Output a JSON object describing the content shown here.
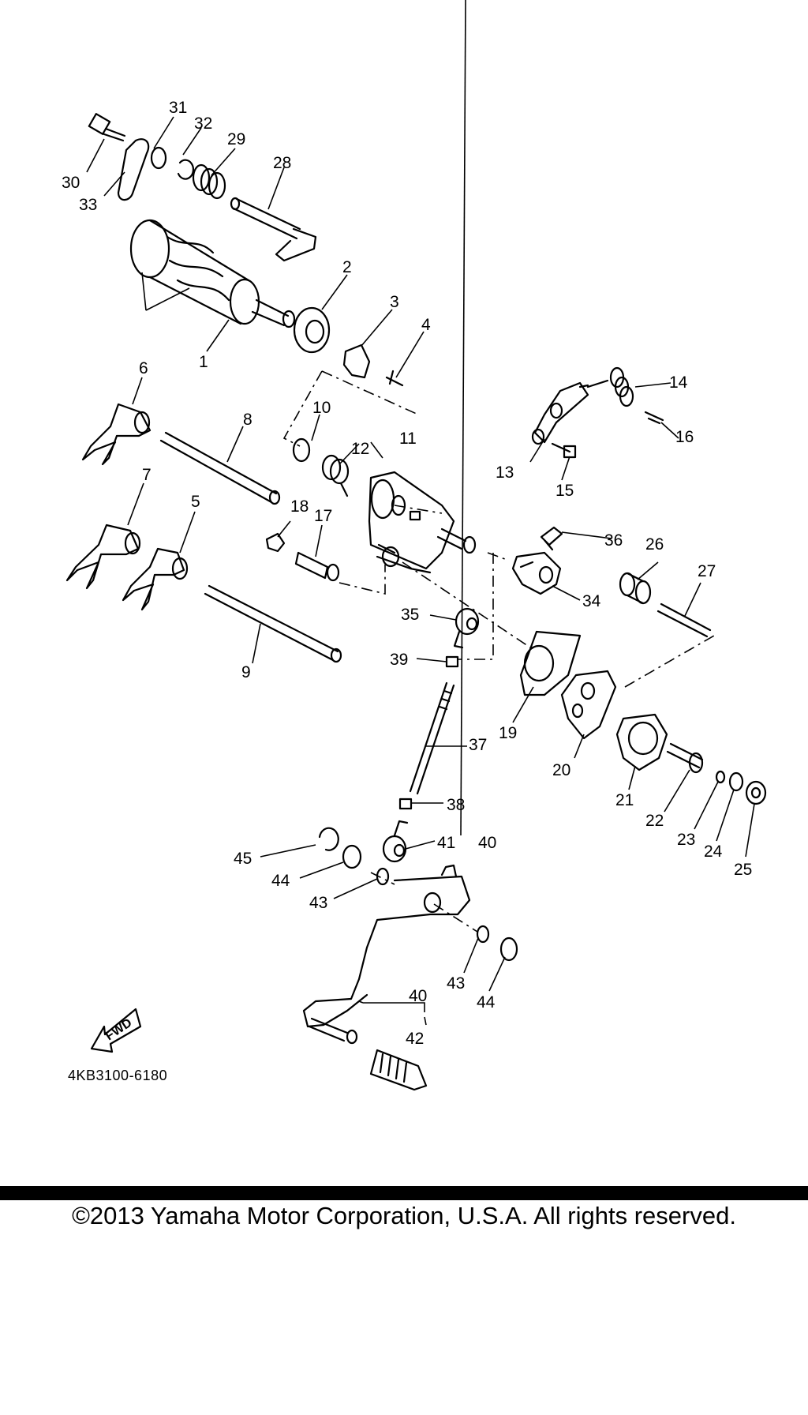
{
  "diagram": {
    "part_code": "4KB3100-6180",
    "fwd_label": "FWD",
    "callouts": [
      "1",
      "2",
      "3",
      "4",
      "5",
      "6",
      "7",
      "8",
      "9",
      "10",
      "11",
      "12",
      "13",
      "14",
      "15",
      "16",
      "17",
      "18",
      "19",
      "20",
      "21",
      "22",
      "23",
      "24",
      "25",
      "26",
      "27",
      "28",
      "29",
      "30",
      "31",
      "32",
      "33",
      "34",
      "35",
      "36",
      "37",
      "38",
      "39",
      "40",
      "41",
      "42",
      "43",
      "44",
      "45"
    ]
  },
  "footer": {
    "copyright": "©2013 Yamaha Motor Corporation, U.S.A. All rights reserved."
  }
}
